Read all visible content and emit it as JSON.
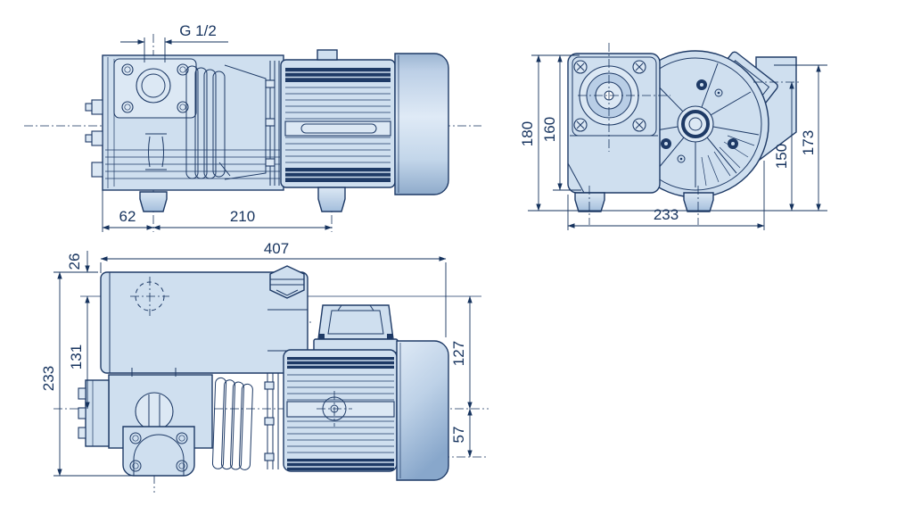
{
  "drawing": {
    "type": "technical-dimension-drawing",
    "subject": "rotary vane vacuum pump, three orthographic views",
    "units": "mm",
    "colors": {
      "body_fill": "#cfdfef",
      "line": "#1e3a66",
      "text": "#16335e",
      "background": "#ffffff"
    },
    "side": {
      "g12": "G 1/2",
      "d62": "62",
      "d210": "210"
    },
    "front": {
      "d180": "180",
      "d160": "160",
      "d150": "150",
      "d173": "173",
      "d233": "233"
    },
    "plan": {
      "d407": "407",
      "d26": "26",
      "d131": "131",
      "d233": "233",
      "d127": "127",
      "d57": "57"
    }
  }
}
